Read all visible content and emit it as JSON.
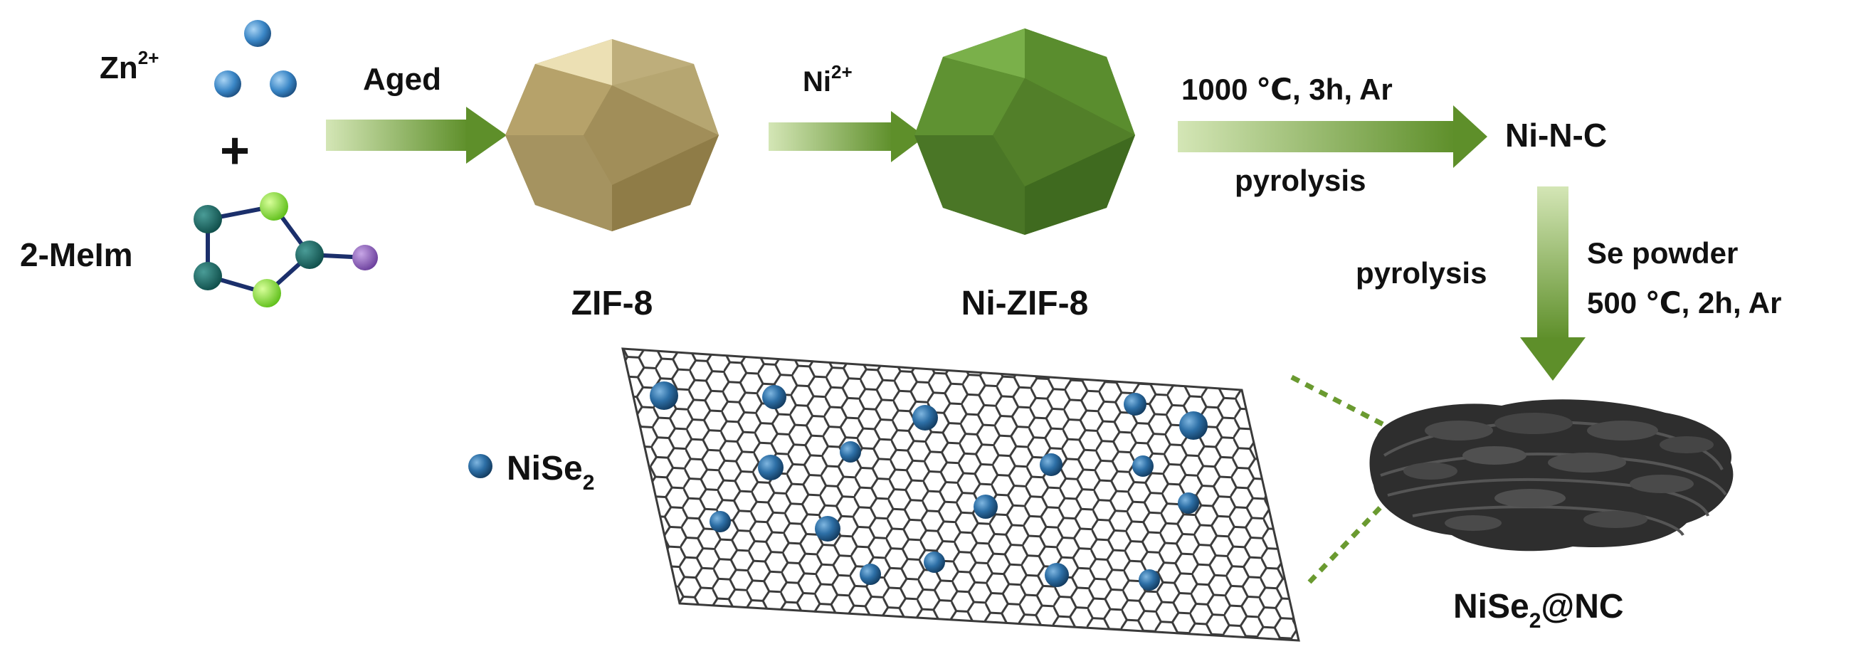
{
  "reactants": {
    "zn_ion": "Zn",
    "zn_charge": "2+",
    "plus": "+",
    "linker": "2-MeIm"
  },
  "step1": {
    "label": "Aged"
  },
  "zif8": {
    "label": "ZIF-8"
  },
  "step2": {
    "label_base": "Ni",
    "label_charge": "2+"
  },
  "ni_zif8": {
    "label": "Ni-ZIF-8"
  },
  "step3": {
    "conditions": "1000 ℃, 3h, Ar",
    "method": "pyrolysis"
  },
  "ni_n_c": {
    "label": "Ni-N-C"
  },
  "step4": {
    "method": "pyrolysis",
    "reagent": "Se powder",
    "conditions": "500 ℃, 2h, Ar"
  },
  "product": {
    "label_base": "NiSe",
    "label_sub": "2",
    "label_tail": "@NC"
  },
  "legend": {
    "label_base": "NiSe",
    "label_sub": "2"
  },
  "colors": {
    "arrow_dark": "#5e8f2a",
    "arrow_light": "#c9dfa6",
    "zif8_face": "#a8955f",
    "zif8_top": "#e9dcae",
    "ni_zif8_face": "#4d7a27",
    "ni_zif8_top": "#7ab04a",
    "sphere_blue": "#1f5a8a",
    "hex_line": "#3a3a3a",
    "aggregate": "#3b3b3b",
    "dotted_green": "#6a9a30"
  }
}
